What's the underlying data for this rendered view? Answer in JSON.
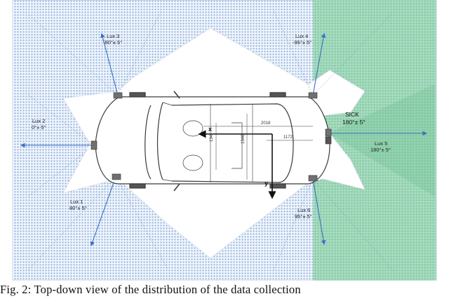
{
  "diagram": {
    "sensors": [
      {
        "id": "lux3",
        "name": "Lux 3",
        "angle": "-80°± 5°"
      },
      {
        "id": "lux4",
        "name": "Lux 4",
        "angle": "-95°± 5°"
      },
      {
        "id": "lux2",
        "name": "Lux 2",
        "angle": "0°± 5°"
      },
      {
        "id": "sick",
        "name": "SICK",
        "angle": "180°± 5°"
      },
      {
        "id": "lux5",
        "name": "Lux 5",
        "angle": "180°± 5°"
      },
      {
        "id": "lux1",
        "name": "Lux 1",
        "angle": "80°± 5°"
      },
      {
        "id": "lux6",
        "name": "Lux 6",
        "angle": "95°± 5°"
      }
    ],
    "axes": {
      "x": "x",
      "y": "y"
    },
    "dimensions": {
      "length": "2018",
      "width": "1346",
      "offset": "1172",
      "height": "134"
    },
    "colors": {
      "blue_dots": "#7fa3d6",
      "green_region": "#8fcfae",
      "arrow": "#3a6fc4"
    }
  },
  "caption": "Fig. 2: Top-down view of the distribution of the data collection"
}
